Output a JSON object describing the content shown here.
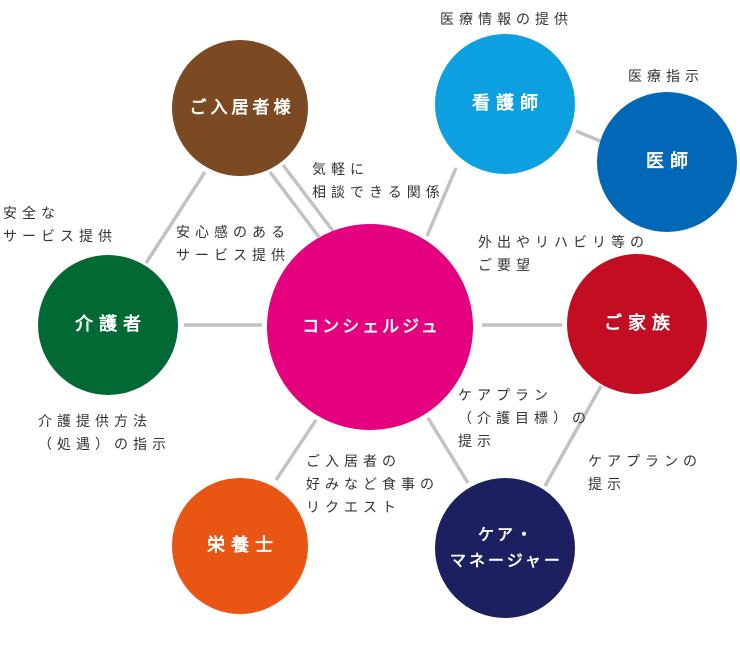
{
  "nodes": {
    "resident": {
      "label": "ご入居者様",
      "color": "#7b4a22"
    },
    "nurse": {
      "label": "看護師",
      "color": "#0ca0e0"
    },
    "doctor": {
      "label": "医師",
      "color": "#0068b7"
    },
    "caregiver": {
      "label": "介護者",
      "color": "#006934"
    },
    "concierge": {
      "label": "コンシェルジュ",
      "color": "#e4007f"
    },
    "family": {
      "label": "ご家族",
      "color": "#c30d23"
    },
    "dietitian": {
      "label": "栄養士",
      "color": "#e95513"
    },
    "care_manager": {
      "label_lines": [
        "ケア・",
        "マネージャー"
      ],
      "color": "#1d2060"
    }
  },
  "annotations": {
    "nurse_info": [
      "医療情報の提供"
    ],
    "doctor_instruction": [
      "医療指示"
    ],
    "relationship": [
      "気軽に",
      "相談できる関係"
    ],
    "safe_service": [
      "安全な",
      "サービス提供"
    ],
    "reassuring": [
      "安心感のある",
      "サービス提供"
    ],
    "family_request": [
      "外出やリハビリ等の",
      "ご要望"
    ],
    "care_method": [
      "介護提供方法",
      "（処遇）の指示"
    ],
    "care_plan": [
      "ケアプラン",
      "（介護目標）の",
      "提示"
    ],
    "care_plan_present": [
      "ケアプランの",
      "提示"
    ],
    "meal_request": [
      "ご入居者の",
      "好みなど食事の",
      "リクエスト"
    ]
  },
  "connector_color": "#c2c2c2"
}
